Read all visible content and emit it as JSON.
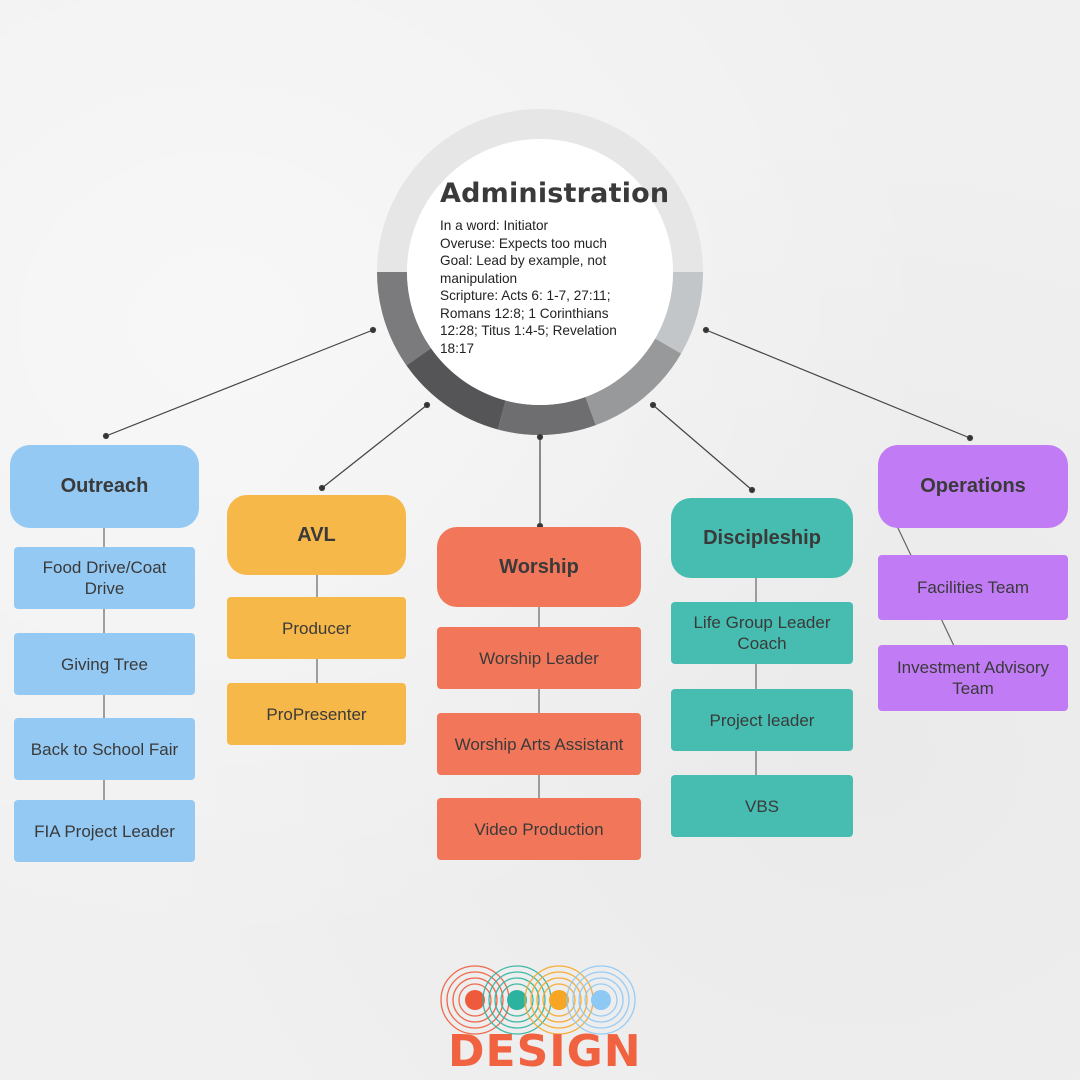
{
  "hub": {
    "title": "Administration",
    "lines": [
      "In a word: Initiator",
      "Overuse: Expects too much",
      "Goal: Lead by example, not manipulation",
      "Scripture: Acts 6: 1-7, 27:11; Romans 12:8; 1 Corinthians 12:28; Titus 1:4-5; Revelation 18:17"
    ]
  },
  "branches": [
    {
      "name": "Outreach",
      "color": "#94c9f3",
      "items": [
        "Food Drive/Coat Drive",
        "Giving Tree",
        "Back to School Fair",
        "FIA Project Leader"
      ]
    },
    {
      "name": "AVL",
      "color": "#f7b84a",
      "items": [
        "Producer",
        "ProPresenter"
      ]
    },
    {
      "name": "Worship",
      "color": "#f2775a",
      "items": [
        "Worship Leader",
        "Worship Arts Assistant",
        "Video Production"
      ]
    },
    {
      "name": "Discipleship",
      "color": "#46bdb0",
      "items": [
        "Life Group Leader Coach",
        "Project leader",
        "VBS"
      ]
    },
    {
      "name": "Operations",
      "color": "#c07bf5",
      "items": [
        "Facilities Team",
        "Investment Advisory Team"
      ]
    }
  ],
  "logo": {
    "text": "DESIGN",
    "dot_colors": [
      "#f05a3c",
      "#2bb39f",
      "#f6a623",
      "#8ec8f4"
    ]
  }
}
